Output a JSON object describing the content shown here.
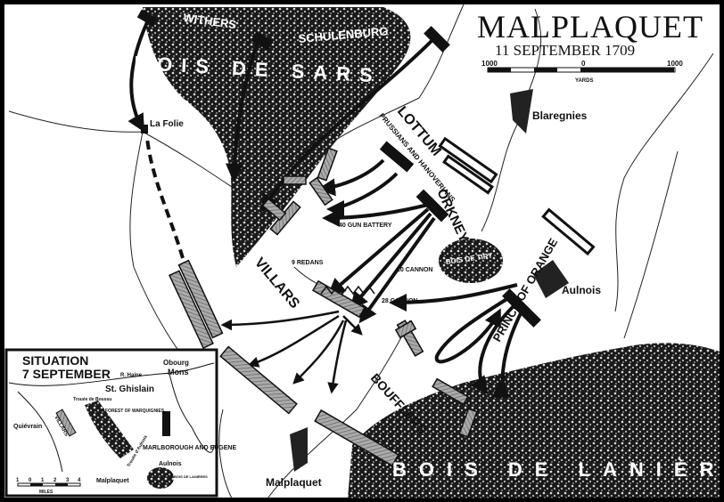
{
  "title": "MALPLAQUET",
  "date": "11 SEPTEMBER 1709",
  "scale": {
    "ticks": [
      "1000",
      "0",
      "1000"
    ],
    "unit": "YARDS"
  },
  "woods": {
    "sars": "BOIS DE SARS",
    "tiry": "BOIS DE TIRY",
    "lanieres": "BOIS DE LANIÈRES"
  },
  "places": {
    "la_folie": "La Folie",
    "blaregnies": "Blaregnies",
    "aulnois": "Aulnois",
    "malplaquet": "Malplaquet"
  },
  "commanders": {
    "withers": "WITHERS",
    "schulenburg": "SCHULENBURG",
    "lottum": "LOTTUM",
    "prussians": "PRUSSIANS AND HANOVERIANS",
    "orkney": "ORKNEY",
    "prince": "PRINCE OF ORANGE",
    "villars": "VILLARS",
    "boufflers": "BOUFFLERS"
  },
  "annotations": {
    "battery": "40 GUN BATTERY",
    "redans": "9 REDANS",
    "cannon20": "20 CANNON",
    "cannon28": "28 CANNON"
  },
  "inset": {
    "title1": "SITUATION",
    "title2": "7 SEPTEMBER",
    "haine": "R. Haine",
    "obourg": "Obourg",
    "mons": "Mons",
    "st_ghislain": "St. Ghislain",
    "trouee_boussu": "Trouée de Boussu",
    "forest": "FOREST OF WARQUIGNIES",
    "quievrain": "Quiévrain",
    "villars": "VILLARS",
    "marlborough": "MARLBOROUGH AND EUGENE",
    "trouee_aulnois": "Trouée d'Aulnois",
    "aulnois": "Aulnois",
    "malplaquet": "Malplaquet",
    "lanieres": "BOIS DE LANIÈRES",
    "scale_ticks": [
      "1",
      "0",
      "1",
      "2",
      "3",
      "4"
    ],
    "scale_unit": "MILES"
  },
  "colors": {
    "ink": "#111111",
    "paper": "#ffffff",
    "french": "#999999"
  }
}
